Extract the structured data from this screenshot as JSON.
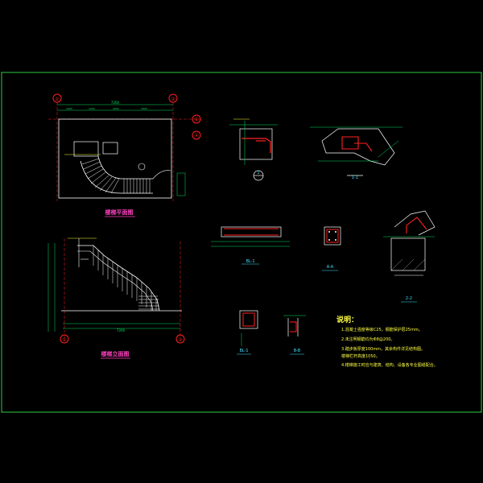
{
  "drawing": {
    "plan_title": "楼梯平面图",
    "elevation_title": "楼梯立面图",
    "sections": {
      "s1": "1",
      "s2": "1-1",
      "s3": "BL-1",
      "s4": "A-A",
      "s5": "2-2",
      "s6": "BL-1",
      "s7": "B-B"
    },
    "axis_labels": [
      "①",
      "②",
      "Ⓐ",
      "Ⓑ",
      "①",
      "②"
    ],
    "plan_top_dim": "7200",
    "elevation_bottom_dim": "7200"
  },
  "notes": {
    "heading": "说明：",
    "items": [
      "1.混凝土强度等级C25，钢筋保护层25mm。",
      "2.未注明钢筋均为Φ8@200。",
      "3.踏步板厚度100mm，其余构件详见结构图。",
      "   楼梯栏杆高度1050。",
      "4.楼梯施工时应与建筑、结构、设备各专业图纸配合。"
    ]
  },
  "colors": {
    "background": "#000000",
    "frame": "#2ecc40",
    "lines": "#ffffff",
    "dims": "#00e060",
    "red": "#ff2020",
    "magenta": "#ff40c0",
    "yellow": "#ffff40",
    "cyan": "#40e0ff"
  }
}
